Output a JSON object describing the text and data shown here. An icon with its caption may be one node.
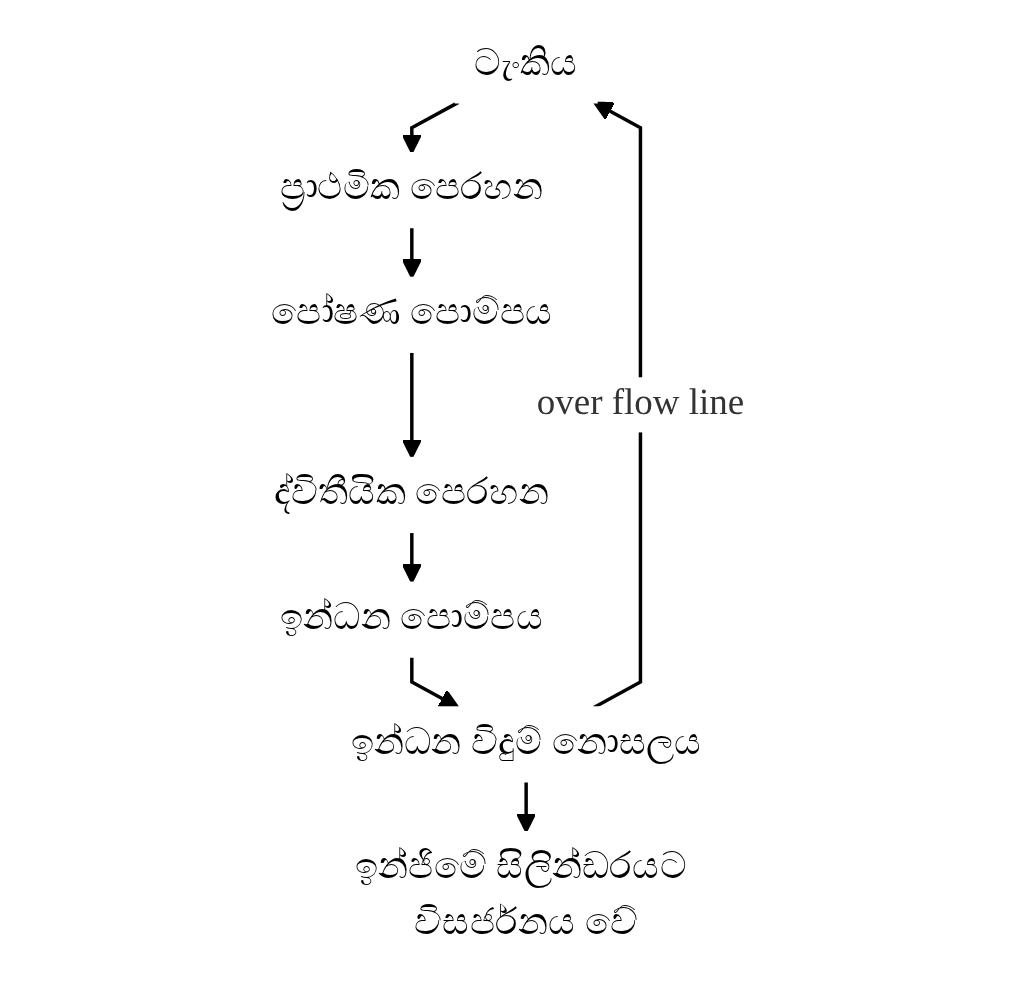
{
  "diagram": {
    "nodes": [
      {
        "text": [
          "ටැංකිය"
        ]
      },
      {
        "text": [
          "ප්‍රාථමික පෙරහන"
        ]
      },
      {
        "text": [
          "පෝෂණ පොම්පය"
        ]
      },
      {
        "text": [
          "ද්විතීයික පෙරහන"
        ]
      },
      {
        "text": [
          "ඉන්ධන පොම්පය"
        ]
      },
      {
        "text": [
          "ඉන්ධන විදුම් නොසලය"
        ]
      },
      {
        "text": [
          "ඉන්ජිමේ සිලින්ඩරයට විසර්ජනය වේ"
        ]
      }
    ],
    "edges": [
      {
        "from": 0,
        "to": 1,
        "arrow": "to"
      },
      {
        "from": 1,
        "to": 2,
        "arrow": "to"
      },
      {
        "from": 2,
        "to": 3,
        "arrow": "to"
      },
      {
        "from": 3,
        "to": 4,
        "arrow": "to"
      },
      {
        "from": 4,
        "to": 5,
        "arrow": "to"
      },
      {
        "from": 5,
        "to": 6,
        "arrow": "to"
      },
      {
        "from": 5,
        "to": 0,
        "arrow": "to",
        "label": "over flow line"
      }
    ]
  }
}
